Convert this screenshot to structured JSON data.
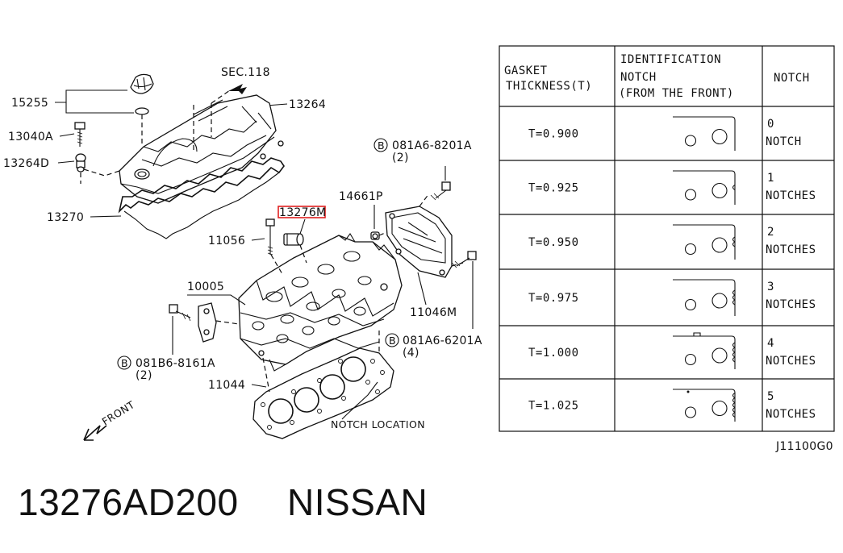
{
  "callouts": {
    "sec118": "SEC.118",
    "p15255": "15255",
    "p13264": "13264",
    "p13040A": "13040A",
    "p13264D": "13264D",
    "p13270": "13270",
    "p13276M": "13276M",
    "p14661P": "14661P",
    "p081A6_8201A": "081A6-8201A",
    "p081A6_8201A_qty": "(2)",
    "p11056": "11056",
    "p10005": "10005",
    "p11046M": "11046M",
    "p081A6_6201A": "081A6-6201A",
    "p081A6_6201A_qty": "(4)",
    "p081B6_8161A": "081B6-8161A",
    "p081B6_8161A_qty": "(2)",
    "p11044": "11044",
    "notch_location": "NOTCH LOCATION",
    "front": "FRONT",
    "bolt_prefix": "B",
    "diagram_code": "J11100G0"
  },
  "table": {
    "headers": {
      "col1_line1": "GASKET",
      "col1_line2": "THICKNESS(T)",
      "col2_line1": "IDENTIFICATION",
      "col2_line2": "NOTCH",
      "col2_line3": "(FROM THE FRONT)",
      "col3": "NOTCH"
    },
    "rows": [
      {
        "thickness": "T=0.900",
        "count": "0",
        "word": "NOTCH",
        "notches": 0
      },
      {
        "thickness": "T=0.925",
        "count": "1",
        "word": "NOTCHES",
        "notches": 1
      },
      {
        "thickness": "T=0.950",
        "count": "2",
        "word": "NOTCHES",
        "notches": 2
      },
      {
        "thickness": "T=0.975",
        "count": "3",
        "word": "NOTCHES",
        "notches": 3
      },
      {
        "thickness": "T=1.000",
        "count": "4",
        "word": "NOTCHES",
        "notches": 4
      },
      {
        "thickness": "T=1.025",
        "count": "5",
        "word": "NOTCHES",
        "notches": 5
      }
    ]
  },
  "footer": {
    "part_number": "13276AD200",
    "brand": "NISSAN"
  },
  "colors": {
    "highlight": "#e02020"
  }
}
